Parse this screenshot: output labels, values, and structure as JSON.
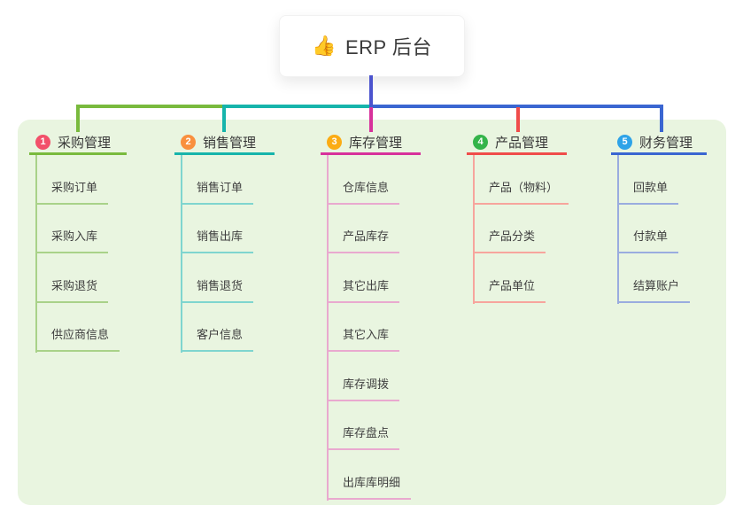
{
  "root": {
    "emoji": "👍",
    "label": "ERP 后台"
  },
  "branches": [
    {
      "badge": "1",
      "label": "采购管理",
      "accent_color": "#79ba3d",
      "light_color": "#a9d289",
      "badge_color": "#f2506a",
      "children": [
        "采购订单",
        "采购入库",
        "采购退货",
        "供应商信息"
      ]
    },
    {
      "badge": "2",
      "label": "销售管理",
      "accent_color": "#16b4ab",
      "light_color": "#7fd5cf",
      "badge_color": "#f9903e",
      "children": [
        "销售订单",
        "销售出库",
        "销售退货",
        "客户信息"
      ]
    },
    {
      "badge": "3",
      "label": "库存管理",
      "accent_color": "#d7319b",
      "light_color": "#e9a9cf",
      "badge_color": "#fbac14",
      "children": [
        "仓库信息",
        "产品库存",
        "其它出库",
        "其它入库",
        "库存调拨",
        "库存盘点",
        "出库库明细"
      ]
    },
    {
      "badge": "4",
      "label": "产品管理",
      "accent_color": "#f04c4a",
      "light_color": "#f7a59d",
      "badge_color": "#34b44a",
      "children": [
        "产品（物料）",
        "产品分类",
        "产品单位"
      ]
    },
    {
      "badge": "5",
      "label": "财务管理",
      "accent_color": "#3a66d1",
      "light_color": "#9aacdf",
      "badge_color": "#2ea3e8",
      "children": [
        "回款单",
        "付款单",
        "结算账户"
      ]
    }
  ],
  "colors": {
    "page_bg": "#ffffff",
    "panel_bg": "#e9f5e0",
    "root_line": "#4b53ce",
    "header_text": "#383838",
    "child_text": "#3f3f3f"
  }
}
